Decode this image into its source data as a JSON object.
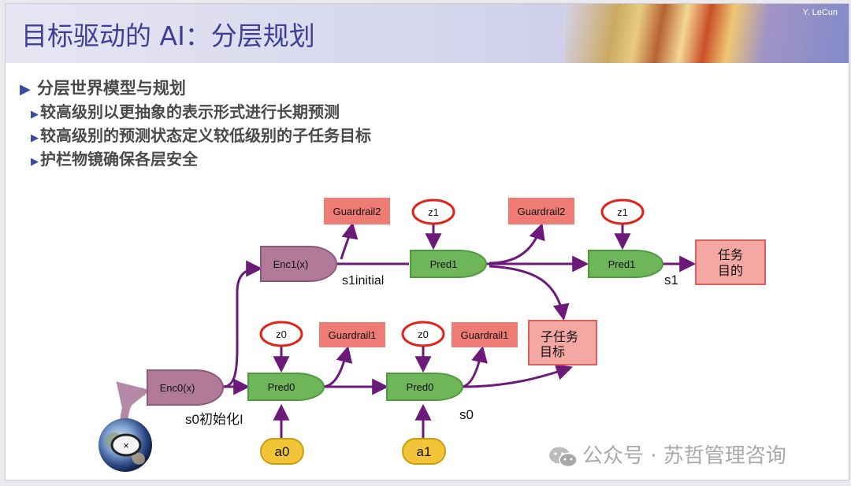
{
  "slide": {
    "title": "目标驱动的 AI：分层规划",
    "author": "Y. LeCun"
  },
  "bullets": [
    {
      "text": "分层世界模型与规划"
    },
    {
      "text": "较高级别以更抽象的表示形式进行长期预测"
    },
    {
      "text": "较高级别的预测状态定义较低级别的子任务目标"
    },
    {
      "text": "护栏物镜确保各层安全"
    }
  ],
  "diagram": {
    "enc1": "Enc1(x)",
    "enc0": "Enc0(x)",
    "pred1_a": "Pred1",
    "pred1_b": "Pred1",
    "pred0_a": "Pred0",
    "pred0_b": "Pred0",
    "guardrail2_a": "Guardrail2",
    "guardrail2_b": "Guardrail2",
    "guardrail1_a": "Guardrail1",
    "guardrail1_b": "Guardrail1",
    "z1_a": "z1",
    "z1_b": "z1",
    "z0_a": "z0",
    "z0_b": "z0",
    "a0": "a0",
    "a1": "a1",
    "task_goal_line1": "任务",
    "task_goal_line2": "目的",
    "subtask_goal_line1": "子任务",
    "subtask_goal_line2": "目标",
    "label_s1_initial": "s1initial",
    "label_s1": "s1",
    "label_s0_init": "s0初始化I",
    "label_s0": "s0",
    "input_x": "×",
    "colors": {
      "encoder": "#b07a98",
      "predictor": "#6fb55a",
      "guardrail": "#ef7b75",
      "goal": "#f4a7a3",
      "latent_ring": "#e2231a",
      "action": "#f2c538",
      "arrow": "#6b1a7a",
      "title": "#3f3f99"
    }
  },
  "watermark": {
    "text": "公众号 · 苏哲管理咨询"
  }
}
